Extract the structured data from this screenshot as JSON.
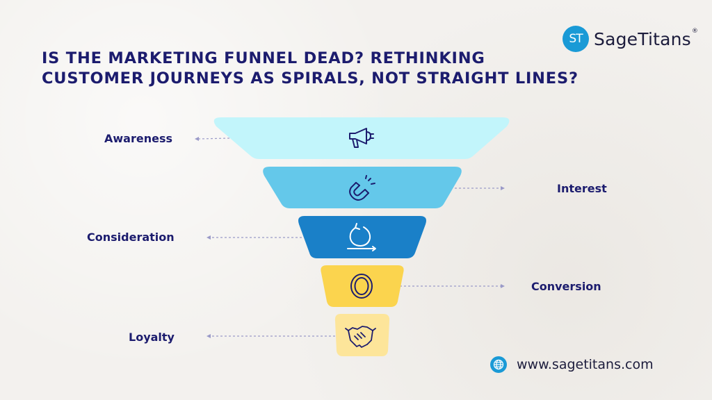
{
  "title": {
    "line1": "Is the Marketing Funnel Dead? Rethinking",
    "line2": "Customer Journeys as Spirals, Not Straight Lines?"
  },
  "brand": {
    "mark": "ST",
    "name": "SageTitans",
    "reg": "®",
    "color": "#1a9ad6"
  },
  "stages": [
    {
      "label": "Awareness",
      "icon": "megaphone-icon",
      "color": "#c2f5fb"
    },
    {
      "label": "Interest",
      "icon": "magnet-icon",
      "color": "#64c8ea"
    },
    {
      "label": "Consideration",
      "icon": "cycle-icon",
      "color": "#1a80c8"
    },
    {
      "label": "Conversion",
      "icon": "coin-icon",
      "color": "#fbd44e"
    },
    {
      "label": "Loyalty",
      "icon": "handshake-icon",
      "color": "#fde59a"
    }
  ],
  "footer": {
    "url": "www.sagetitans.com",
    "icon": "globe-icon"
  },
  "colors": {
    "heading": "#1c1c6e",
    "connector": "#9a9ac8"
  }
}
